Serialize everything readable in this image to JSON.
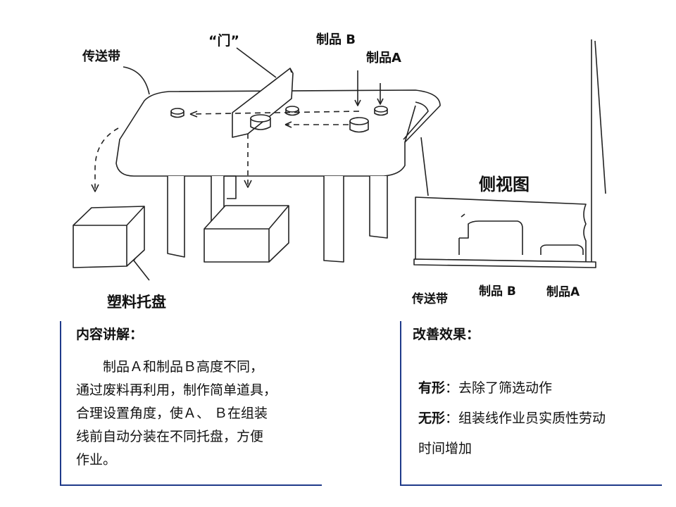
{
  "diagram": {
    "labels": {
      "conveyor": "传送带",
      "gate": "“门”",
      "product_b": "制品 B",
      "product_a": "制品A",
      "side_view": "侧视图",
      "pallet": "塑料托盘",
      "side_conveyor": "传送带",
      "side_product_b": "制品 B",
      "side_product_a": "制品A"
    }
  },
  "left_panel": {
    "title": "内容讲解：",
    "paragraph_lines": [
      "　　制品Ａ和制品Ｂ高度不同，",
      "通过废料再利用，制作简单道具，",
      "合理设置角度，使Ａ、 Ｂ在组装",
      "线前自动分装在不同托盘，方便",
      "作业。"
    ]
  },
  "right_panel": {
    "title": "改善效果：",
    "tangible_key": "有形",
    "tangible_text": "：去除了筛选动作",
    "intangible_key": "无形",
    "intangible_text": "：组装线作业员实质性劳动",
    "intangible_text_cont": "时间增加"
  },
  "colors": {
    "panel_border": "#1f3a8a",
    "line_art": "#222222"
  }
}
